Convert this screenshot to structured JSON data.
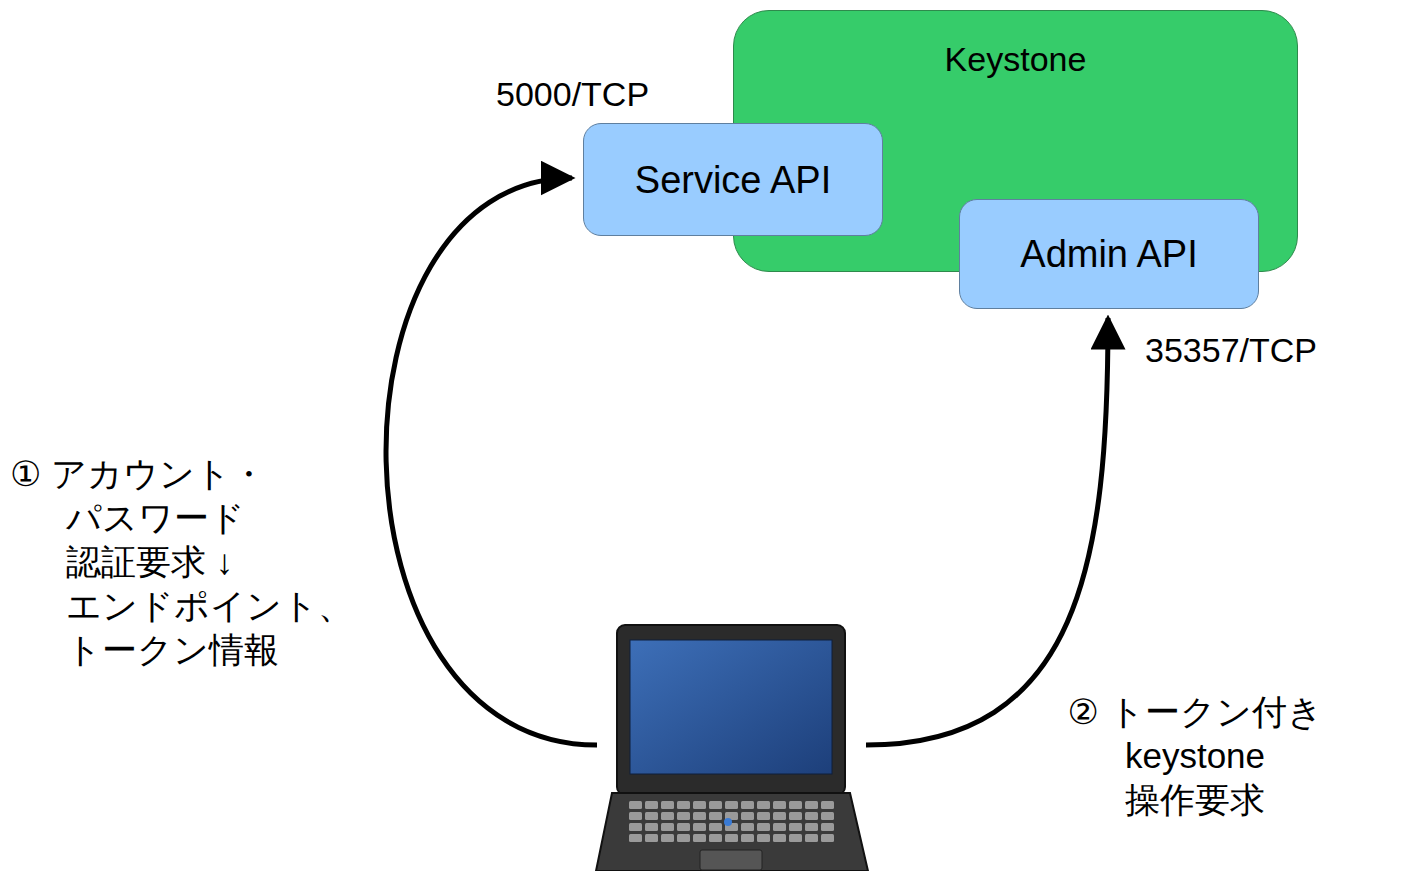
{
  "diagram": {
    "nodes": [
      {
        "text": [
          "Keystone"
        ]
      },
      {
        "text": [
          "Service API"
        ],
        "in": 0
      },
      {
        "text": [
          "Admin API"
        ],
        "in": 0
      }
    ],
    "labels": [
      "5000/TCP",
      "35357/TCP",
      "① アカウント・ パスワード 認証要求 ↓ エンドポイント、 トークン情報",
      "② トークン付き keystone 操作要求"
    ]
  }
}
